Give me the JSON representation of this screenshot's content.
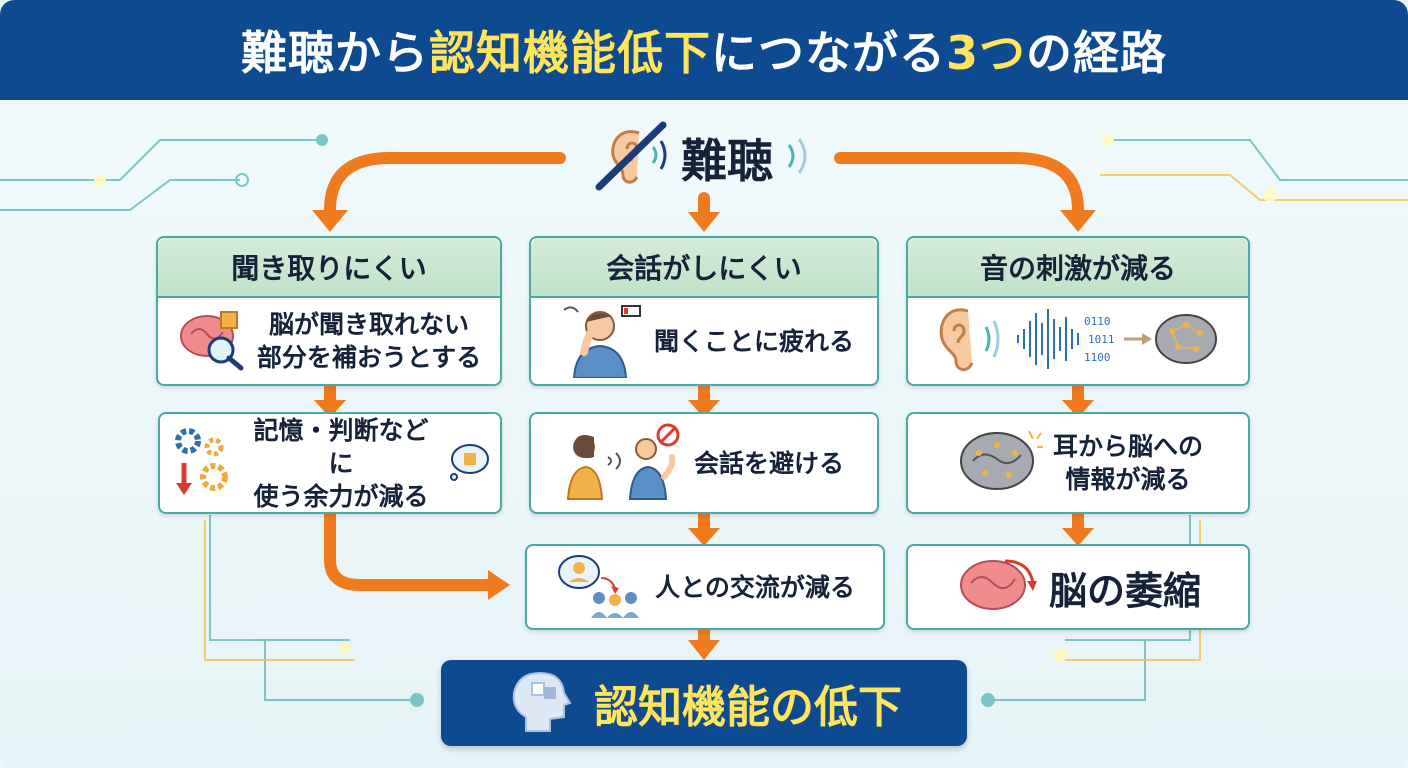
{
  "title": {
    "part1": "難聴から",
    "part2": "認知機能低下",
    "part3": "につながる",
    "part4": "3つ",
    "part5": "の経路"
  },
  "source": {
    "label": "難聴",
    "icon": "muted-ear-icon"
  },
  "columns": [
    {
      "header": "聞き取りにくい",
      "steps": [
        {
          "line1": "脳が聞き取れない",
          "line2": "部分を補おうとする",
          "icon": "brain-puzzle-magnifier-icon"
        },
        {
          "line1": "記憶・判断などに",
          "line2": "使う余力が減る",
          "icon": "gears-down-arrow-icon"
        }
      ]
    },
    {
      "header": "会話がしにくい",
      "steps": [
        {
          "line1": "聞くことに疲れる",
          "icon": "tired-person-icon"
        },
        {
          "line1": "会話を避ける",
          "icon": "avoid-conversation-icon"
        },
        {
          "line1": "人との交流が減る",
          "icon": "people-interaction-icon"
        }
      ]
    },
    {
      "header": "音の刺激が減る",
      "steps": [
        {
          "line1": "",
          "icon": "ear-soundwave-brain-icon"
        },
        {
          "line1": "耳から脳への",
          "line2": "情報が減る",
          "icon": "brain-network-icon"
        },
        {
          "line1": "脳の萎縮",
          "icon": "brain-shrink-icon"
        }
      ]
    }
  ],
  "result": {
    "label": "認知機能の低下",
    "icon": "head-puzzle-icon"
  },
  "colors": {
    "header_bg": "#0d4a8f",
    "highlight": "#ffe45c",
    "arrow": "#f07a1e",
    "box_border": "#4aa9a5",
    "box_head": "#c8e6cf"
  }
}
